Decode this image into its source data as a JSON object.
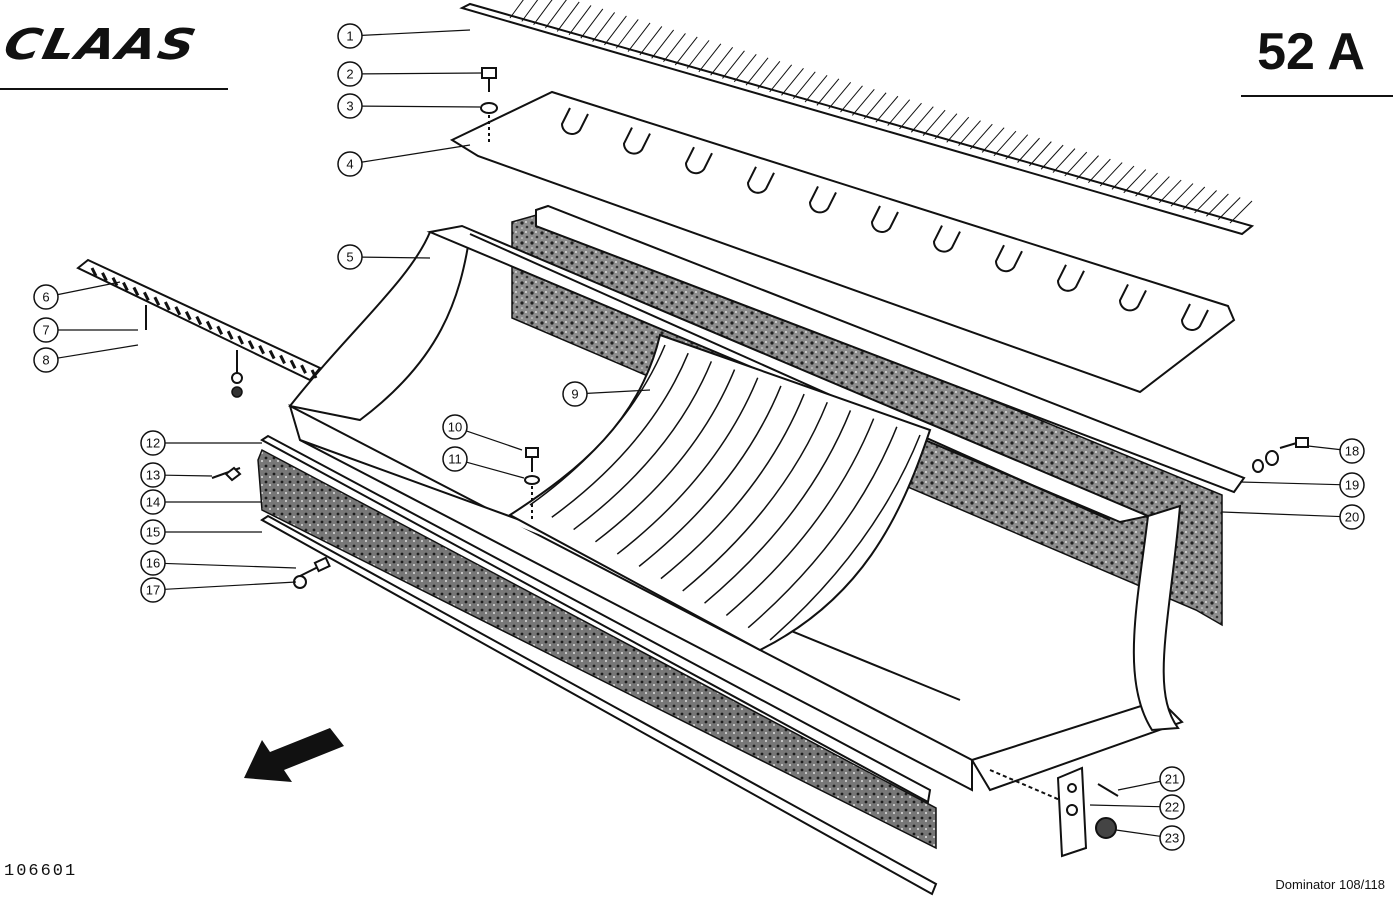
{
  "header": {
    "brand": "CLAAS",
    "page_number": "52 A"
  },
  "footer": {
    "drawing_number": "106601",
    "model": "Dominator 108/118"
  },
  "callouts": [
    {
      "label": "1"
    },
    {
      "label": "2"
    },
    {
      "label": "3"
    },
    {
      "label": "4"
    },
    {
      "label": "5"
    },
    {
      "label": "6"
    },
    {
      "label": "7"
    },
    {
      "label": "8"
    },
    {
      "label": "9"
    },
    {
      "label": "10"
    },
    {
      "label": "11"
    },
    {
      "label": "12"
    },
    {
      "label": "13"
    },
    {
      "label": "14"
    },
    {
      "label": "15"
    },
    {
      "label": "16"
    },
    {
      "label": "17"
    },
    {
      "label": "18"
    },
    {
      "label": "19"
    },
    {
      "label": "20"
    },
    {
      "label": "21"
    },
    {
      "label": "22"
    },
    {
      "label": "23"
    }
  ]
}
